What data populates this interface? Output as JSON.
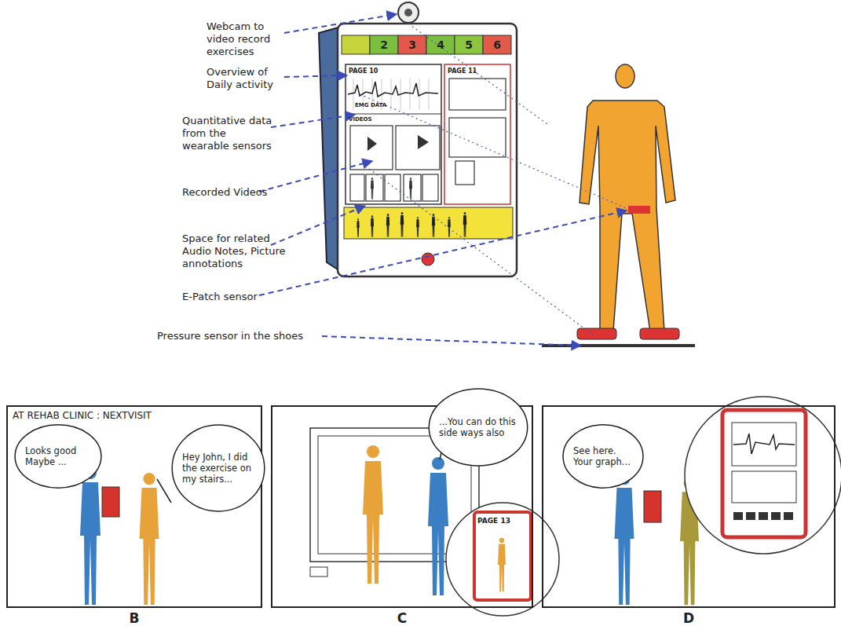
{
  "diagram": {
    "nodes": [
      {
        "text": [
          "AT REHAB CLINIC : NEXTVISIT",
          "B"
        ]
      },
      {
        "text": [
          "Looks good Maybe ..."
        ],
        "in": 0
      },
      {
        "text": [
          "Hey John, I did the exercise on my stairs..."
        ],
        "in": 0
      },
      {
        "text": [
          "C"
        ]
      },
      {
        "text": [
          "...You can do this side ways also"
        ],
        "in": 3
      },
      {
        "text": [
          "D"
        ]
      },
      {
        "text": [
          "See here. Your graph..."
        ],
        "in": 5
      }
    ],
    "labels": [
      "Webcam to video record exercises",
      "Overview of Daily activity",
      "Quantitative data from the wearable sensors",
      "Recorded Videos",
      "Space for related Audio Notes, Picture annotations",
      "E-Patch sensor",
      "Pressure sensor in the shoes",
      "2",
      "3",
      "4",
      "5",
      "6",
      "PAGE 10",
      "PAGE 11",
      "EMG DATA",
      "VIDEOS",
      "PAGE 13"
    ]
  }
}
